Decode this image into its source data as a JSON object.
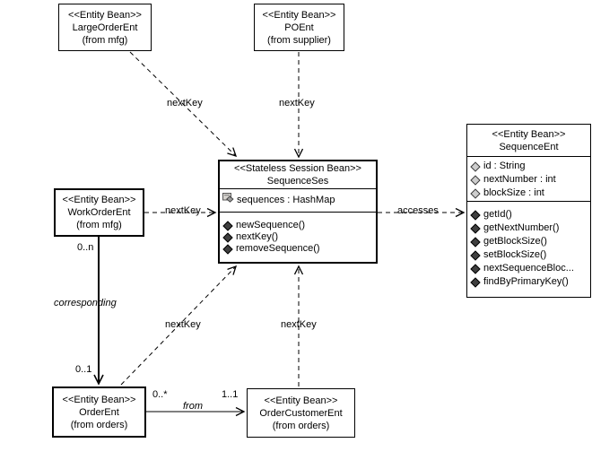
{
  "classes": {
    "largeOrderEnt": {
      "stereotype": "<<Entity Bean>>",
      "name": "LargeOrderEnt",
      "package": "(from mfg)"
    },
    "poEnt": {
      "stereotype": "<<Entity Bean>>",
      "name": "POEnt",
      "package": "(from supplier)"
    },
    "workOrderEnt": {
      "stereotype": "<<Entity Bean>>",
      "name": "WorkOrderEnt",
      "package": "(from mfg)"
    },
    "orderEnt": {
      "stereotype": "<<Entity Bean>>",
      "name": "OrderEnt",
      "package": "(from orders)"
    },
    "orderCustomerEnt": {
      "stereotype": "<<Entity Bean>>",
      "name": "OrderCustomerEnt",
      "package": "(from orders)"
    },
    "sequenceSes": {
      "stereotype": "<<Stateless Session Bean>>",
      "name": "SequenceSes",
      "attributes": [
        "sequences : HashMap"
      ],
      "operations": [
        "newSequence()",
        "nextKey()",
        "removeSequence()"
      ]
    },
    "sequenceEnt": {
      "stereotype": "<<Entity Bean>>",
      "name": "SequenceEnt",
      "attributes": [
        "id : String",
        "nextNumber : int",
        "blockSize : int"
      ],
      "operations": [
        "getId()",
        "getNextNumber()",
        "getBlockSize()",
        "setBlockSize()",
        "nextSequenceBloc...",
        "findByPrimaryKey()"
      ]
    }
  },
  "edges": {
    "largeOrderEnt_sequenceSes": {
      "label": "nextKey"
    },
    "poEnt_sequenceSes": {
      "label": "nextKey"
    },
    "workOrderEnt_sequenceSes": {
      "label": "nextKey"
    },
    "orderEnt_sequenceSes": {
      "label": "nextKey"
    },
    "orderCustomerEnt_sequenceSes": {
      "label": "nextKey"
    },
    "sequenceSes_sequenceEnt": {
      "label": "accesses"
    },
    "workOrderEnt_orderEnt": {
      "label": "corresponding",
      "source_mult": "0..n",
      "target_mult": "0..1"
    },
    "orderEnt_orderCustomerEnt": {
      "label": "from",
      "source_mult": "0..*",
      "target_mult": "1..1"
    }
  },
  "colors": {
    "line": "#000000",
    "box_background": "#ffffff",
    "attribute_icon": "#cdcdcd",
    "operation_icon": "#3f3f3f"
  }
}
